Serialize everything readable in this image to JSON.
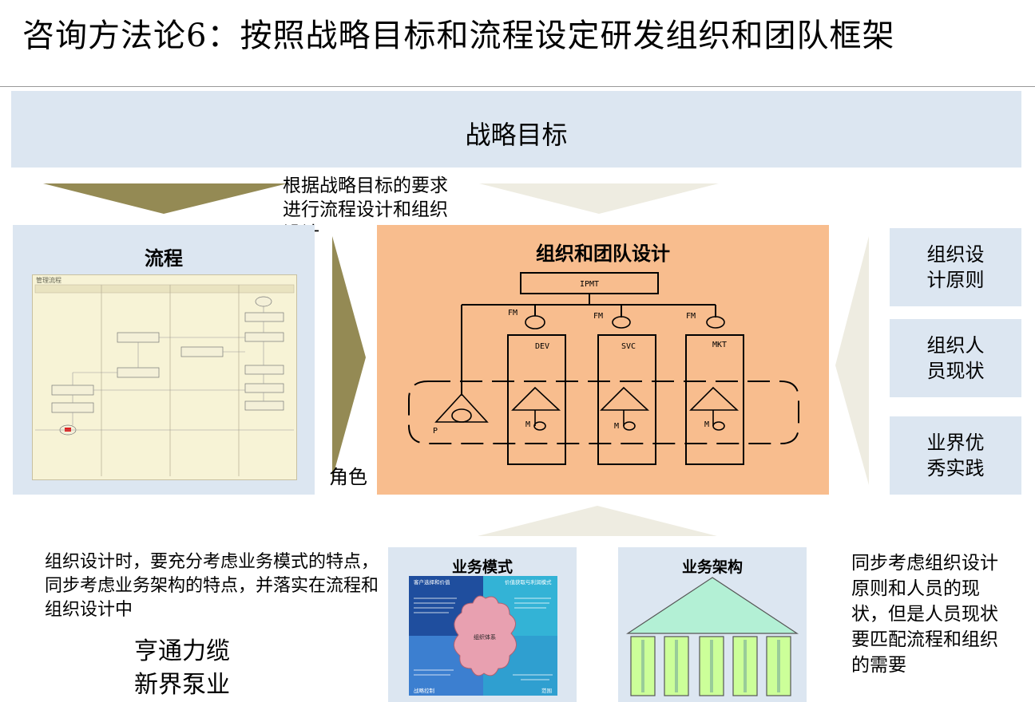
{
  "title": "咨询方法论6：按照战略目标和流程设定研发组织和团队框架",
  "strategy_label": "战略目标",
  "top_note": "根据战略目标的要求\n进行流程设计和组织\n设计",
  "flow": {
    "title": "流程",
    "diagram_title": "管理流程"
  },
  "role_label": "角色",
  "org": {
    "title": "组织和团队设计",
    "ipmt": "IPMT",
    "fm": "FM",
    "teams": [
      "DEV",
      "SVC",
      "MKT"
    ],
    "p": "P",
    "m": "M"
  },
  "side_boxes": [
    "组织设计原则",
    "组织人员现状",
    "业界优秀实践"
  ],
  "left_note": "组织设计时，要充分考虑业务模式的特点，同步考虑业务架构的特点，并落实在流程和组织设计中",
  "company": [
    "亨通力缆",
    "新界泵业"
  ],
  "business_model": {
    "title": "业务模式",
    "center": "组织体系",
    "corners": [
      "客户选择和价值",
      "价值获取与利润模式",
      "战略控制",
      "范围"
    ]
  },
  "business_arch": {
    "title": "业务架构"
  },
  "right_note": "同步考虑组织设计原则和人员的现状，但是人员现状要匹配流程和组织的需要",
  "colors": {
    "panel_blue": "#dce6f1",
    "org_orange": "#f8bd8e",
    "arrow_olive": "#948a54",
    "arrow_light": "#eeece1",
    "roof_green": "#b3f0d5",
    "pillar_green": "#ccff99"
  }
}
